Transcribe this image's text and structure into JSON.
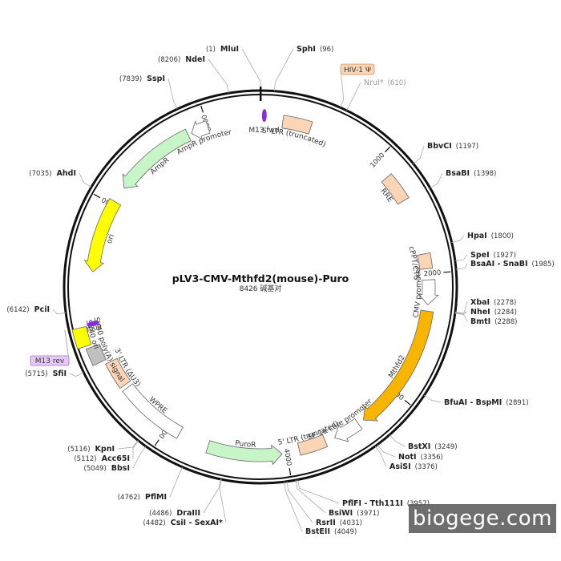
{
  "map": {
    "title": "pLV3-CMV-Mthfd2(mouse)-Puro",
    "length_bp": 8426,
    "subtitle": "8426 碱基对"
  },
  "ticks": [
    {
      "bp": 1000,
      "label": "1000"
    },
    {
      "bp": 2000,
      "label": "2000"
    },
    {
      "bp": 3000,
      "label": "3000"
    },
    {
      "bp": 4000,
      "label": "4000"
    },
    {
      "bp": 5000,
      "label": "5000"
    },
    {
      "bp": 6000,
      "label": "6000"
    },
    {
      "bp": 7000,
      "label": "7000"
    },
    {
      "bp": 8000,
      "label": "8000"
    }
  ],
  "features": [
    {
      "name": "5' LTR (truncated)",
      "start": 180,
      "end": 410,
      "color": "#fbd5b5",
      "shape": "box"
    },
    {
      "name": "RRE",
      "start": 1150,
      "end": 1380,
      "color": "#fbd5b5",
      "shape": "box"
    },
    {
      "name": "cPPT/CTS",
      "start": 1840,
      "end": 1960,
      "color": "#fbd5b5",
      "shape": "box"
    },
    {
      "name": "CMV promoter",
      "start": 2050,
      "end": 2250,
      "color": "#ffffff",
      "shape": "arrow-cw"
    },
    {
      "name": "Mthfd2",
      "start": 2300,
      "end": 3330,
      "color": "#f7b500",
      "shape": "arrow-cw"
    },
    {
      "name": "EF-1α core promoter",
      "start": 3380,
      "end": 3600,
      "color": "#ffffff",
      "shape": "arrow-cw"
    },
    {
      "name": "5' LTR (truncated)",
      "start": 3680,
      "end": 3900,
      "color": "#fbd5b5",
      "shape": "box"
    },
    {
      "name": "PuroR",
      "start": 4040,
      "end": 4640,
      "color": "#c8f5c8",
      "shape": "arrow-ccw"
    },
    {
      "name": "WPRE",
      "start": 4890,
      "end": 5450,
      "color": "#ffffff",
      "shape": "box"
    },
    {
      "name": "3' LTR (ΔU3)",
      "start": 5480,
      "end": 5700,
      "color": "#fbd5b5",
      "shape": "box"
    },
    {
      "name": "SV40 poly(A) signal",
      "start": 5730,
      "end": 5860,
      "color": "#c0c0c0",
      "shape": "box"
    },
    {
      "name": "SV40 ori",
      "start": 5880,
      "end": 6020,
      "color": "#ffff00",
      "shape": "box"
    },
    {
      "name": "ori",
      "start": 6440,
      "end": 7030,
      "color": "#ffff00",
      "shape": "arrow-ccw"
    },
    {
      "name": "AmpR",
      "start": 7160,
      "end": 7830,
      "color": "#c8f5c8",
      "shape": "arrow-ccw"
    },
    {
      "name": "AmpR promoter",
      "start": 7860,
      "end": 8000,
      "color": "#ffffff",
      "shape": "arrow-ccw"
    }
  ],
  "primers": [
    {
      "name": "M13 fwd",
      "bp": 30,
      "color": "#8a2be2",
      "boxed": false
    },
    {
      "name": "M13 rev",
      "bp": 6030,
      "color": "#8a2be2",
      "boxed": true,
      "box_color": "#e6c8f5"
    }
  ],
  "sites": [
    {
      "name": "MluI",
      "pos": "(1)",
      "bp": 1,
      "dim": false,
      "boxed": false
    },
    {
      "name": "SphI",
      "pos": "(96)",
      "bp": 96,
      "dim": false,
      "boxed": false
    },
    {
      "name": "HIV-1 Ψ",
      "pos": "",
      "bp": 560,
      "dim": false,
      "boxed": true,
      "box_color": "#fbd5b5"
    },
    {
      "name": "NruI*",
      "pos": "(610)",
      "bp": 610,
      "dim": true,
      "boxed": false
    },
    {
      "name": "BbvCI",
      "pos": "(1197)",
      "bp": 1197,
      "dim": false,
      "boxed": false
    },
    {
      "name": "BsaBI",
      "pos": "(1398)",
      "bp": 1398,
      "dim": false,
      "boxed": false
    },
    {
      "name": "HpaI",
      "pos": "(1800)",
      "bp": 1800,
      "dim": false,
      "boxed": false
    },
    {
      "name": "SpeI",
      "pos": "(1927)",
      "bp": 1927,
      "dim": false,
      "boxed": false
    },
    {
      "name": "BsaAI - SnaBI",
      "pos": "(1985)",
      "bp": 1985,
      "dim": false,
      "boxed": false
    },
    {
      "name": "XbaI",
      "pos": "(2278)",
      "bp": 2278,
      "dim": false,
      "boxed": false
    },
    {
      "name": "NheI",
      "pos": "(2284)",
      "bp": 2284,
      "dim": false,
      "boxed": false
    },
    {
      "name": "BmtI",
      "pos": "(2288)",
      "bp": 2288,
      "dim": false,
      "boxed": false
    },
    {
      "name": "BfuAI - BspMI",
      "pos": "(2891)",
      "bp": 2891,
      "dim": false,
      "boxed": false
    },
    {
      "name": "BstXI",
      "pos": "(3249)",
      "bp": 3249,
      "dim": false,
      "boxed": false
    },
    {
      "name": "NotI",
      "pos": "(3356)",
      "bp": 3356,
      "dim": false,
      "boxed": false
    },
    {
      "name": "AsiSI",
      "pos": "(3376)",
      "bp": 3376,
      "dim": false,
      "boxed": false
    },
    {
      "name": "PflFI - Tth111I",
      "pos": "(3957)",
      "bp": 3957,
      "dim": false,
      "boxed": false
    },
    {
      "name": "BsiWI",
      "pos": "(3971)",
      "bp": 3971,
      "dim": false,
      "boxed": false
    },
    {
      "name": "RsrII",
      "pos": "(4031)",
      "bp": 4031,
      "dim": false,
      "boxed": false
    },
    {
      "name": "BstEII",
      "pos": "(4049)",
      "bp": 4049,
      "dim": false,
      "boxed": false
    },
    {
      "name": "CsiI - SexAI*",
      "pos": "(4482)",
      "bp": 4482,
      "dim": false,
      "boxed": false
    },
    {
      "name": "DraIII",
      "pos": "(4486)",
      "bp": 4486,
      "dim": false,
      "boxed": false
    },
    {
      "name": "PflMI",
      "pos": "(4762)",
      "bp": 4762,
      "dim": false,
      "boxed": false
    },
    {
      "name": "BbsI",
      "pos": "(5049)",
      "bp": 5049,
      "dim": false,
      "boxed": false
    },
    {
      "name": "Acc65I",
      "pos": "(5112)",
      "bp": 5112,
      "dim": false,
      "boxed": false
    },
    {
      "name": "KpnI",
      "pos": "(5116)",
      "bp": 5116,
      "dim": false,
      "boxed": false
    },
    {
      "name": "SfiI",
      "pos": "(5715)",
      "bp": 5715,
      "dim": false,
      "boxed": false
    },
    {
      "name": "PciI",
      "pos": "(6142)",
      "bp": 6142,
      "dim": false,
      "boxed": false
    },
    {
      "name": "AhdI",
      "pos": "(7035)",
      "bp": 7035,
      "dim": false,
      "boxed": false
    },
    {
      "name": "SspI",
      "pos": "(7839)",
      "bp": 7839,
      "dim": false,
      "boxed": false
    },
    {
      "name": "NdeI",
      "pos": "(8206)",
      "bp": 8206,
      "dim": false,
      "boxed": false
    }
  ],
  "watermark": "biogege.com"
}
